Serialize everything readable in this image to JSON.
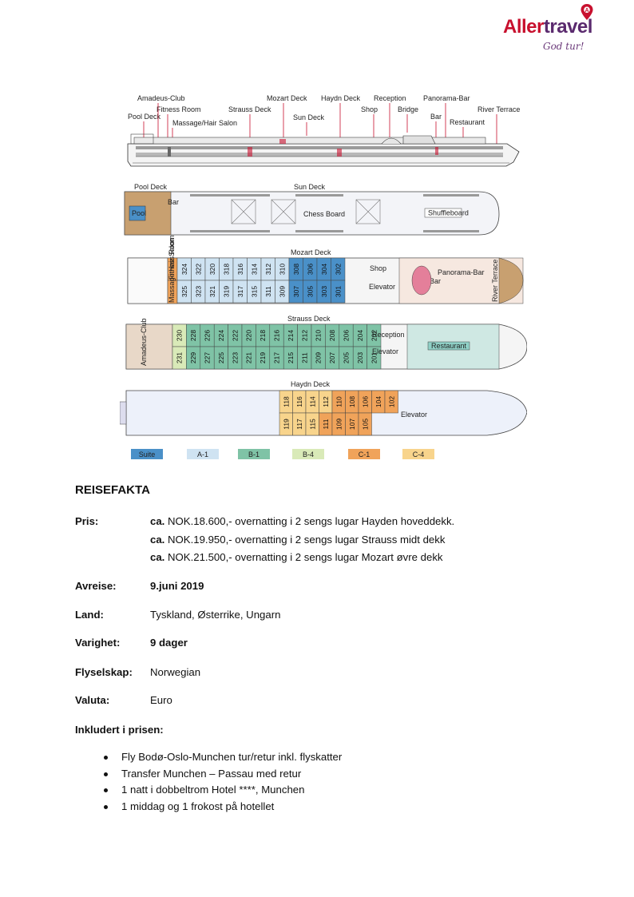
{
  "logo": {
    "brand_a": "Aller",
    "brand_b": "travel",
    "tagline": "God tur!"
  },
  "deckplan": {
    "profile_labels": [
      "Amadeus-Club",
      "Pool Deck",
      "Fitness Room",
      "Massage/Hair Salon",
      "Strauss Deck",
      "Mozart Deck",
      "Sun Deck",
      "Haydn Deck",
      "Shop",
      "Reception",
      "Bridge",
      "Panorama-Bar",
      "Bar",
      "Restaurant",
      "River Terrace"
    ],
    "sun_deck": {
      "pool_deck": "Pool Deck",
      "sun_deck": "Sun Deck",
      "pool": "Pool",
      "bar": "Bar",
      "chess": "Chess Board",
      "shuffle": "Shuffleboard"
    },
    "mozart_deck": {
      "title": "Mozart Deck",
      "fitness": "Fitness Room",
      "massage": "Massage Hair Salon",
      "top_row": [
        "324",
        "322",
        "320",
        "318",
        "316",
        "314",
        "312",
        "310",
        "308",
        "306",
        "304",
        "302"
      ],
      "bottom_row": [
        "325",
        "323",
        "321",
        "319",
        "317",
        "315",
        "311",
        "309",
        "307",
        "305",
        "303",
        "301"
      ],
      "shop": "Shop",
      "bar": "Bar",
      "panorama": "Panorama-Bar",
      "elevator": "Elevator",
      "river_terrace": "River Terrace"
    },
    "strauss_deck": {
      "title": "Strauss Deck",
      "club": "Amadeus-Club",
      "top_row": [
        "230",
        "228",
        "226",
        "224",
        "222",
        "220",
        "218",
        "216",
        "214",
        "212",
        "210",
        "208",
        "206",
        "204",
        "202"
      ],
      "bottom_row": [
        "231",
        "229",
        "227",
        "225",
        "223",
        "221",
        "219",
        "217",
        "215",
        "211",
        "209",
        "207",
        "205",
        "203",
        "201"
      ],
      "reception": "Reception",
      "elevator": "Elevator",
      "restaurant": "Restaurant"
    },
    "haydn_deck": {
      "title": "Haydn Deck",
      "top_row": [
        "118",
        "116",
        "114",
        "112",
        "110",
        "108",
        "106",
        "104",
        "102"
      ],
      "bottom_row": [
        "119",
        "117",
        "115",
        "111",
        "109",
        "107",
        "105"
      ],
      "elevator": "Elevator"
    },
    "legend": [
      {
        "label": "Suite",
        "color": "#4a90c8"
      },
      {
        "label": "A-1",
        "color": "#cfe3f2"
      },
      {
        "label": "B-1",
        "color": "#7fc3a6"
      },
      {
        "label": "B-4",
        "color": "#d9eab8"
      },
      {
        "label": "C-1",
        "color": "#f0a35a"
      },
      {
        "label": "C-4",
        "color": "#f8d48c"
      }
    ]
  },
  "facts": {
    "heading": "REISEFAKTA",
    "price_label": "Pris:",
    "prices": [
      {
        "prefix": "ca.",
        "text": " NOK.18.600,- overnatting i 2 sengs lugar Hayden hoveddekk."
      },
      {
        "prefix": "ca.",
        "text": " NOK.19.950,- overnatting i 2 sengs lugar Strauss midt dekk"
      },
      {
        "prefix": "ca.",
        "text": " NOK.21.500,- overnatting i 2 sengs lugar Mozart øvre dekk"
      }
    ],
    "departure_label": "Avreise:",
    "departure": "9.juni 2019",
    "country_label": "Land:",
    "country": "Tyskland, Østerrike, Ungarn",
    "duration_label": "Varighet:",
    "duration": "9 dager",
    "airline_label": "Flyselskap:",
    "airline": "Norwegian",
    "currency_label": "Valuta:",
    "currency": "Euro",
    "included_label": "Inkludert i prisen:",
    "included": [
      "Fly Bodø-Oslo-Munchen tur/retur inkl. flyskatter",
      "Transfer Munchen – Passau med retur",
      "1 natt i dobbeltrom Hotel ****, Munchen",
      "1 middag og 1 frokost på hotellet"
    ]
  }
}
